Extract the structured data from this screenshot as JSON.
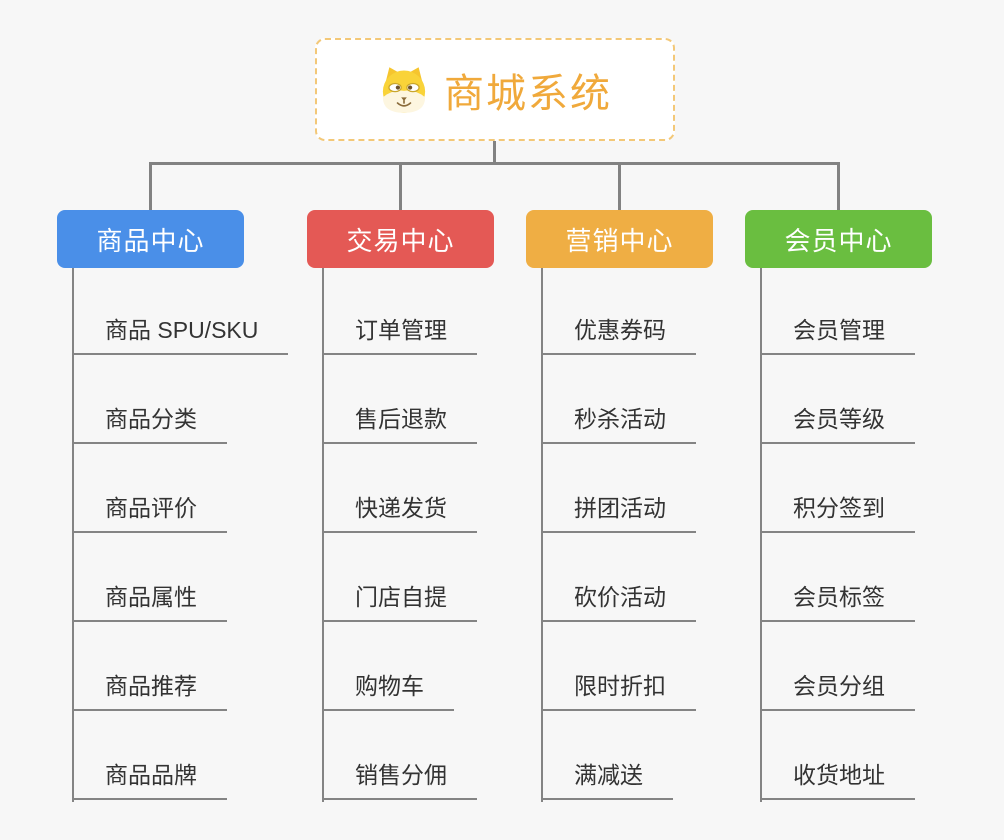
{
  "root": {
    "title": "商城系统",
    "icon": "dog-face-icon",
    "accent_color": "#F0A93B",
    "border_color": "#F3C878"
  },
  "colors": {
    "background": "#F7F7F7",
    "connector": "#828282",
    "item_text": "#333333",
    "branch_product": "#4A8FE8",
    "branch_trade": "#E45955",
    "branch_marketing": "#EFAE44",
    "branch_member": "#6ABE40"
  },
  "branches": [
    {
      "label": "商品中心",
      "color": "#4A8FE8",
      "items": [
        "商品 SPU/SKU",
        "商品分类",
        "商品评价",
        "商品属性",
        "商品推荐",
        "商品品牌"
      ]
    },
    {
      "label": "交易中心",
      "color": "#E45955",
      "items": [
        "订单管理",
        "售后退款",
        "快递发货",
        "门店自提",
        "购物车",
        "销售分佣"
      ]
    },
    {
      "label": "营销中心",
      "color": "#EFAE44",
      "items": [
        "优惠券码",
        "秒杀活动",
        "拼团活动",
        "砍价活动",
        "限时折扣",
        "满减送"
      ]
    },
    {
      "label": "会员中心",
      "color": "#6ABE40",
      "items": [
        "会员管理",
        "会员等级",
        "积分签到",
        "会员标签",
        "会员分组",
        "收货地址"
      ]
    }
  ]
}
